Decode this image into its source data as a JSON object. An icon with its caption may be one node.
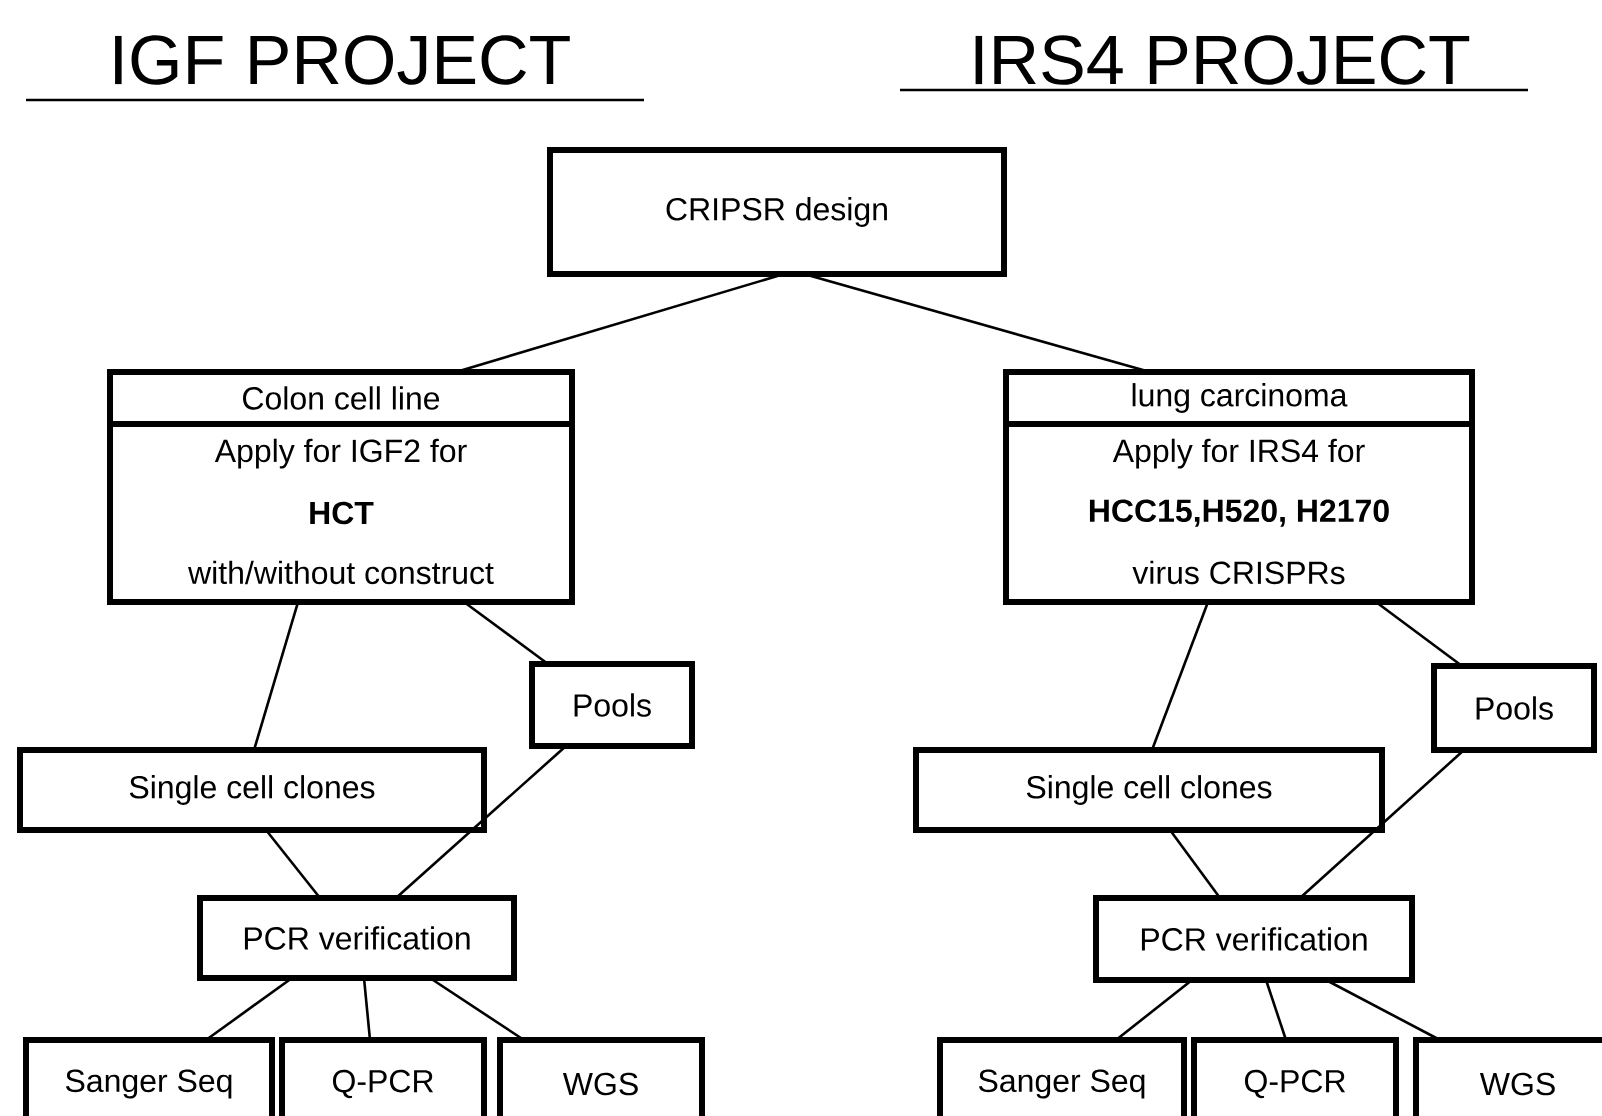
{
  "diagram": {
    "nodes": [
      {
        "text": [
          "CRIPSR design"
        ]
      },
      {
        "text": [
          "Colon cell line",
          "Apply for IGF2 for",
          "HCT",
          "with/without construct"
        ]
      },
      {
        "text": [
          "Pools"
        ]
      },
      {
        "text": [
          "Single cell clones"
        ]
      },
      {
        "text": [
          "PCR verification"
        ]
      },
      {
        "text": [
          "Sanger Seq"
        ]
      },
      {
        "text": [
          "Q-PCR"
        ]
      },
      {
        "text": [
          "WGS"
        ]
      },
      {
        "text": [
          "lung carcinoma",
          "Apply for IRS4 for",
          "HCC15,H520, H2170",
          "virus CRISPRs"
        ]
      },
      {
        "text": [
          "Pools"
        ]
      },
      {
        "text": [
          "Single cell clones"
        ]
      },
      {
        "text": [
          "PCR verification"
        ]
      },
      {
        "text": [
          "Sanger Seq"
        ]
      },
      {
        "text": [
          "Q-PCR"
        ]
      },
      {
        "text": [
          "WGS"
        ]
      }
    ],
    "edges": [
      {
        "from": 0,
        "to": 1,
        "arrow": "none"
      },
      {
        "from": 0,
        "to": 8,
        "arrow": "none"
      },
      {
        "from": 1,
        "to": 3,
        "arrow": "none"
      },
      {
        "from": 1,
        "to": 2,
        "arrow": "none"
      },
      {
        "from": 3,
        "to": 4,
        "arrow": "none"
      },
      {
        "from": 2,
        "to": 4,
        "arrow": "none"
      },
      {
        "from": 4,
        "to": 5,
        "arrow": "none"
      },
      {
        "from": 4,
        "to": 6,
        "arrow": "none"
      },
      {
        "from": 4,
        "to": 7,
        "arrow": "none"
      },
      {
        "from": 8,
        "to": 10,
        "arrow": "none"
      },
      {
        "from": 8,
        "to": 9,
        "arrow": "none"
      },
      {
        "from": 10,
        "to": 11,
        "arrow": "none"
      },
      {
        "from": 9,
        "to": 11,
        "arrow": "none"
      },
      {
        "from": 11,
        "to": 12,
        "arrow": "none"
      },
      {
        "from": 11,
        "to": 13,
        "arrow": "none"
      },
      {
        "from": 11,
        "to": 14,
        "arrow": "none"
      }
    ],
    "labels": [
      "IGF PROJECT",
      "IRS4 PROJECT"
    ]
  }
}
